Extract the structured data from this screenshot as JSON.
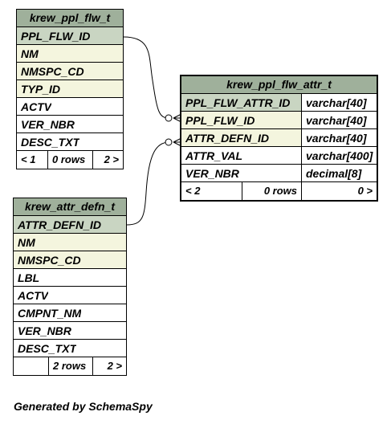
{
  "tables": {
    "ppl_flw": {
      "name": "krew_ppl_flw_t",
      "columns": [
        "PPL_FLW_ID",
        "NM",
        "NMSPC_CD",
        "TYP_ID",
        "ACTV",
        "VER_NBR",
        "DESC_TXT"
      ],
      "footer": {
        "parents": "< 1",
        "rows": "0 rows",
        "children": "2 >"
      }
    },
    "attr_defn": {
      "name": "krew_attr_defn_t",
      "columns": [
        "ATTR_DEFN_ID",
        "NM",
        "NMSPC_CD",
        "LBL",
        "ACTV",
        "CMPNT_NM",
        "VER_NBR",
        "DESC_TXT"
      ],
      "footer": {
        "parents": "",
        "rows": "2 rows",
        "children": "2 >"
      }
    },
    "ppl_flw_attr": {
      "name": "krew_ppl_flw_attr_t",
      "columns": [
        {
          "name": "PPL_FLW_ATTR_ID",
          "type": "varchar[40]"
        },
        {
          "name": "PPL_FLW_ID",
          "type": "varchar[40]"
        },
        {
          "name": "ATTR_DEFN_ID",
          "type": "varchar[40]"
        },
        {
          "name": "ATTR_VAL",
          "type": "varchar[400]"
        },
        {
          "name": "VER_NBR",
          "type": "decimal[8]"
        }
      ],
      "footer": {
        "parents": "< 2",
        "rows": "0 rows",
        "children": "0 >"
      }
    }
  },
  "footer_text": "Generated by SchemaSpy",
  "colors": {
    "header": "#9fb09b",
    "primary_key": "#c9d5c2",
    "foreign_key": "#f4f5de"
  }
}
